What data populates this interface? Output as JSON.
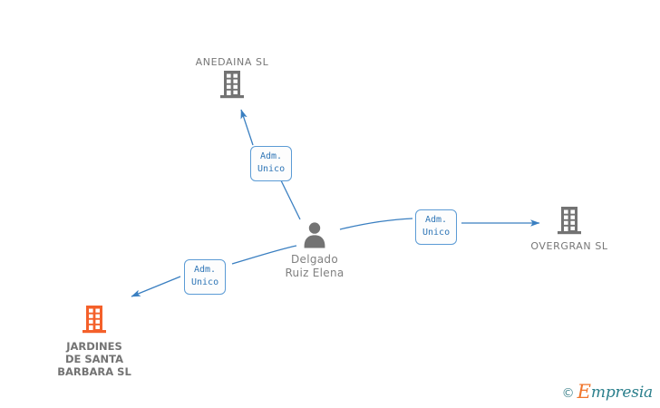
{
  "diagram": {
    "title": "",
    "background_color": "#ffffff",
    "edge_color": "#3a7fc1",
    "node_gray": "#737373",
    "node_highlight": "#f4602a",
    "label_border_color": "#5b9bd5",
    "label_text_color": "#2e75b6",
    "center_node": {
      "id": "person-delgado-ruiz-elena",
      "icon": "person-icon",
      "label": "Delgado\nRuiz Elena",
      "color": "#737373"
    },
    "company_nodes": [
      {
        "id": "company-anedaina",
        "icon": "building-icon",
        "label": "ANEDAINA  SL",
        "color": "#737373",
        "highlighted": false,
        "label_position": "above"
      },
      {
        "id": "company-overgran",
        "icon": "building-icon",
        "label": "OVERGRAN  SL",
        "color": "#737373",
        "highlighted": false,
        "label_position": "below"
      },
      {
        "id": "company-jardines-de-santa-barbara",
        "icon": "building-icon",
        "label": "JARDINES\nDE SANTA\nBARBARA SL",
        "color": "#f4602a",
        "highlighted": true,
        "label_position": "below"
      }
    ],
    "edges": [
      {
        "id": "edge-person-to-anedaina",
        "from": "person-delgado-ruiz-elena",
        "to": "company-anedaina",
        "label": "Adm.\nUnico",
        "direction": "to-company"
      },
      {
        "id": "edge-person-to-overgran",
        "from": "person-delgado-ruiz-elena",
        "to": "company-overgran",
        "label": "Adm.\nUnico",
        "direction": "to-company"
      },
      {
        "id": "edge-person-to-jardines",
        "from": "person-delgado-ruiz-elena",
        "to": "company-jardines-de-santa-barbara",
        "label": "Adm.\nUnico",
        "direction": "to-company"
      }
    ],
    "watermark": {
      "copyright": "©",
      "brand_initial": "E",
      "brand_rest": "mpresia"
    }
  }
}
